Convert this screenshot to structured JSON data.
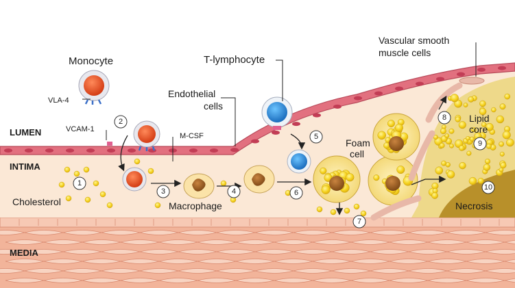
{
  "zones": {
    "lumen": "LUMEN",
    "intima": "INTIMA",
    "media": "MEDIA"
  },
  "labels": {
    "monocyte": "Monocyte",
    "vla4": "VLA-4",
    "vcam1": "VCAM-1",
    "mcsf": "M-CSF",
    "endothelial_line1": "Endothelial",
    "endothelial_line2": "cells",
    "tlymphocyte": "T-lymphocyte",
    "vsmc_line1": "Vascular smooth",
    "vsmc_line2": "muscle cells",
    "cholesterol": "Cholesterol",
    "macrophage": "Macrophage",
    "foam_line1": "Foam",
    "foam_line2": "cell",
    "lipid_line1": "Lipid",
    "lipid_line2": "core",
    "necrosis": "Necrosis"
  },
  "steps": [
    "1",
    "2",
    "3",
    "4",
    "5",
    "6",
    "7",
    "8",
    "9",
    "10"
  ],
  "colors": {
    "endothelium": "#e2707f",
    "endothelium_border": "#b84a5a",
    "intima": "#fbe8d6",
    "media": "#f2b49a",
    "media_cell": "#f8d4c2",
    "monocyte_nucleus": "#e8431c",
    "lymphocyte_nucleus": "#1e88d8",
    "lipid": "#f5d21c",
    "lipid_core": "#d9b84a",
    "necrosis": "#b8902a",
    "macrophage_nucleus": "#a0642a"
  }
}
